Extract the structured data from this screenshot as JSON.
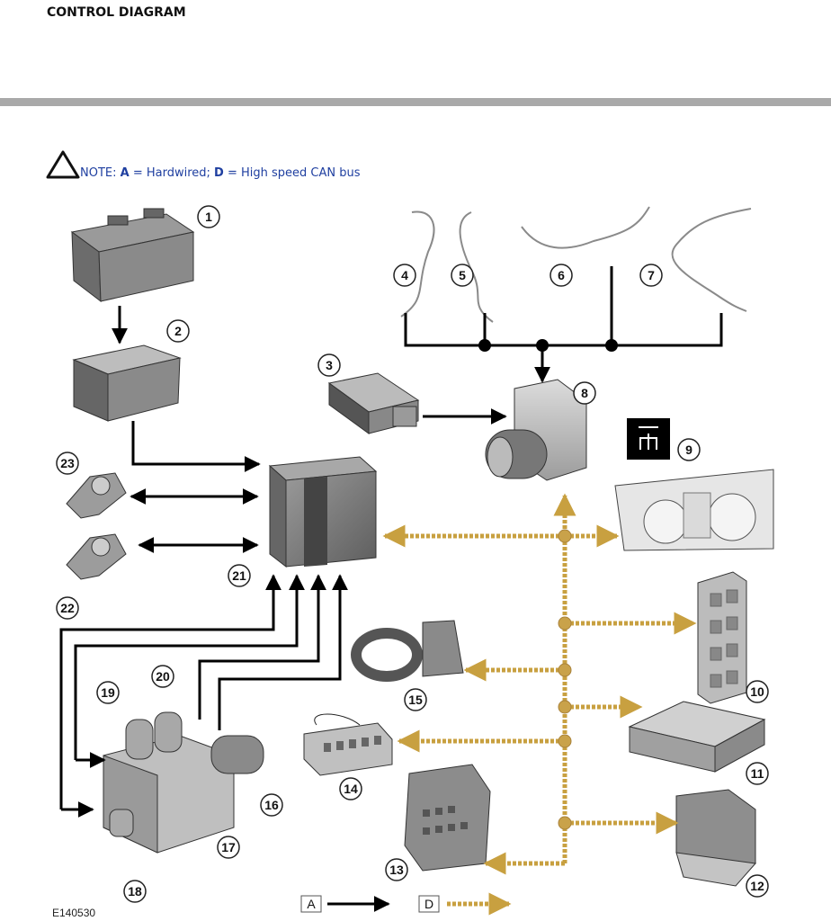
{
  "header": {
    "title": "CONTROL DIAGRAM"
  },
  "note": {
    "prefix": "NOTE: ",
    "a_key": "A",
    "a_text": " = Hardwired; ",
    "d_key": "D",
    "d_text": " = High speed CAN bus"
  },
  "figure_id": "E140530",
  "legend": {
    "hardwired_label": "A",
    "can_label": "D"
  },
  "components": [
    {
      "n": "1",
      "icon": "battery"
    },
    {
      "n": "2",
      "icon": "fuse-box"
    },
    {
      "n": "3",
      "icon": "sensor-module"
    },
    {
      "n": "4",
      "icon": "wheel-speed-sensor"
    },
    {
      "n": "5",
      "icon": "wheel-speed-sensor"
    },
    {
      "n": "6",
      "icon": "wheel-speed-sensor"
    },
    {
      "n": "7",
      "icon": "wheel-speed-sensor"
    },
    {
      "n": "8",
      "icon": "abs-modulator"
    },
    {
      "n": "9",
      "icon": "instrument-cluster"
    },
    {
      "n": "10",
      "icon": "junction-box"
    },
    {
      "n": "11",
      "icon": "control-module"
    },
    {
      "n": "12",
      "icon": "control-module"
    },
    {
      "n": "13",
      "icon": "engine-control-module"
    },
    {
      "n": "14",
      "icon": "diagnostic-socket"
    },
    {
      "n": "15",
      "icon": "steering-angle-sensor"
    },
    {
      "n": "16",
      "icon": "pump-motor"
    },
    {
      "n": "17",
      "icon": "valve-block"
    },
    {
      "n": "18",
      "icon": "pressure-sensor"
    },
    {
      "n": "19",
      "icon": "solenoid-valve"
    },
    {
      "n": "20",
      "icon": "solenoid-valve"
    },
    {
      "n": "21",
      "icon": "main-control-module"
    },
    {
      "n": "22",
      "icon": "height-sensor"
    },
    {
      "n": "23",
      "icon": "height-sensor"
    }
  ],
  "colors": {
    "hardwired": "#000000",
    "can_bus": "#c8a040",
    "can_dot": "#c9a24a",
    "rule": "#a9a9a9",
    "note_text": "#1f3fa0"
  }
}
